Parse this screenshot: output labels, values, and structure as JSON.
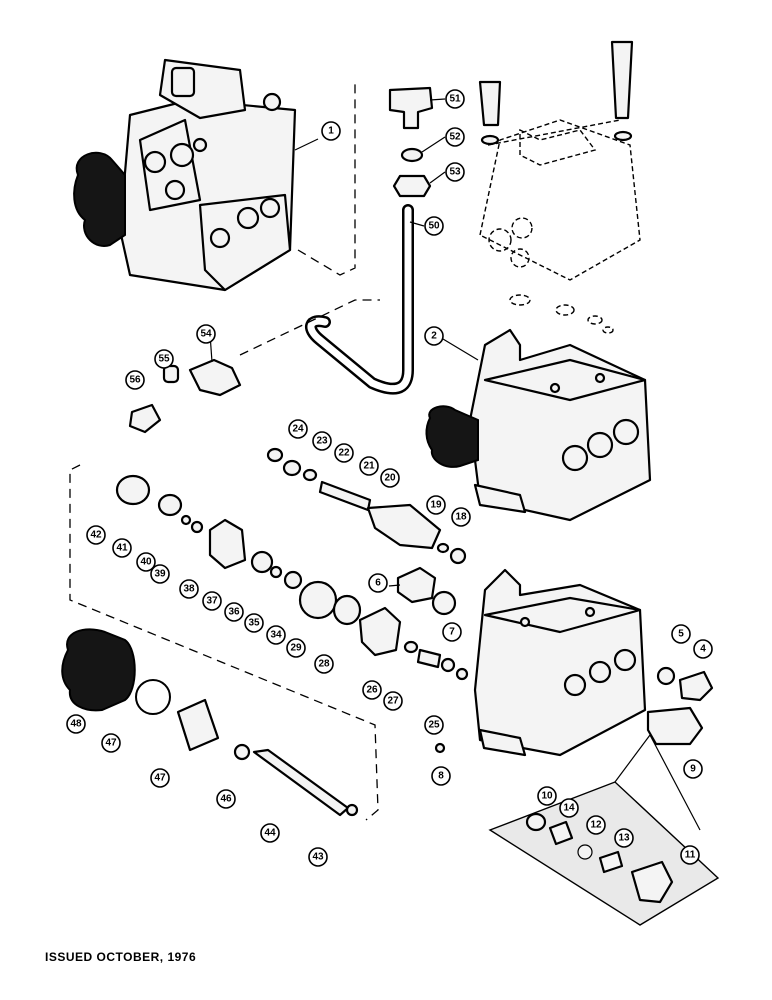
{
  "footer": {
    "issued": "ISSUED OCTOBER, 1976"
  },
  "callouts": [
    "1",
    "2",
    "4",
    "5",
    "6",
    "7",
    "8",
    "9",
    "10",
    "11",
    "12",
    "13",
    "14",
    "18",
    "19",
    "20",
    "21",
    "22",
    "23",
    "24",
    "25",
    "26",
    "27",
    "28",
    "29",
    "34",
    "35",
    "36",
    "37",
    "38",
    "39",
    "40",
    "41",
    "42",
    "43",
    "44",
    "46",
    "47",
    "47",
    "48",
    "50",
    "51",
    "52",
    "53",
    "54",
    "55",
    "56"
  ]
}
